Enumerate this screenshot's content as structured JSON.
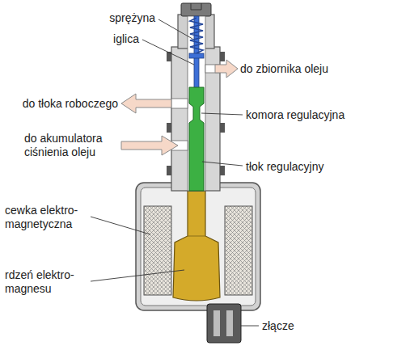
{
  "diagram": {
    "labels": [
      "sprężyna",
      "iglica",
      "do zbiornika oleju",
      "do tłoka roboczego",
      "komora regulacyjna",
      "do akumulatora ciśnienia oleju",
      "tłok regulacyjny",
      "cewka elektro- magnetyczna",
      "rdzeń elektro- magnesu",
      "złącze"
    ]
  }
}
